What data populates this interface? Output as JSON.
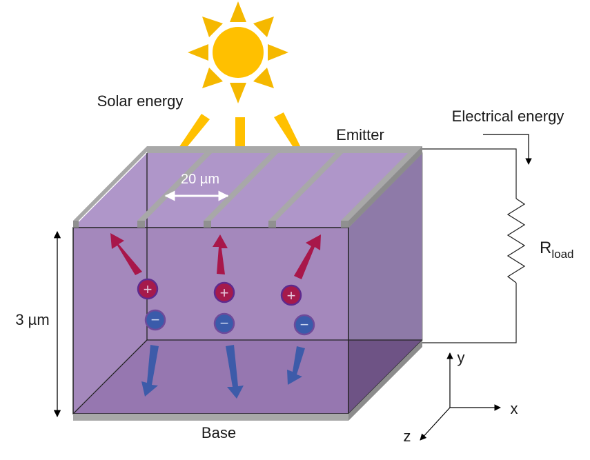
{
  "labels": {
    "solar_energy": "Solar energy",
    "emitter": "Emitter",
    "electrical_energy": "Electrical energy",
    "finger_spacing": "20 µm",
    "thickness": "3 µm",
    "base": "Base",
    "resistor_main": "R",
    "resistor_sub": "load",
    "axis_y": "y",
    "axis_x": "x",
    "axis_z": "z"
  },
  "carriers": {
    "hole_symbol": "+",
    "electron_symbol": "−"
  },
  "colors": {
    "sun": "#FFC000",
    "sun_rays": "#F5B800",
    "volume_front": "#9A7BB5",
    "volume_side": "#8E7AA8",
    "volume_top": "#AF96C9",
    "volume_bottom": "#6E5385",
    "contact_grey": "#A8A8A8",
    "hole": "#A51A4B",
    "electron": "#3A5BAA",
    "hole_arrow": "#A8174A",
    "electron_arrow": "#3D5BA9"
  },
  "icons": [
    "sun-icon",
    "resistor-icon"
  ]
}
